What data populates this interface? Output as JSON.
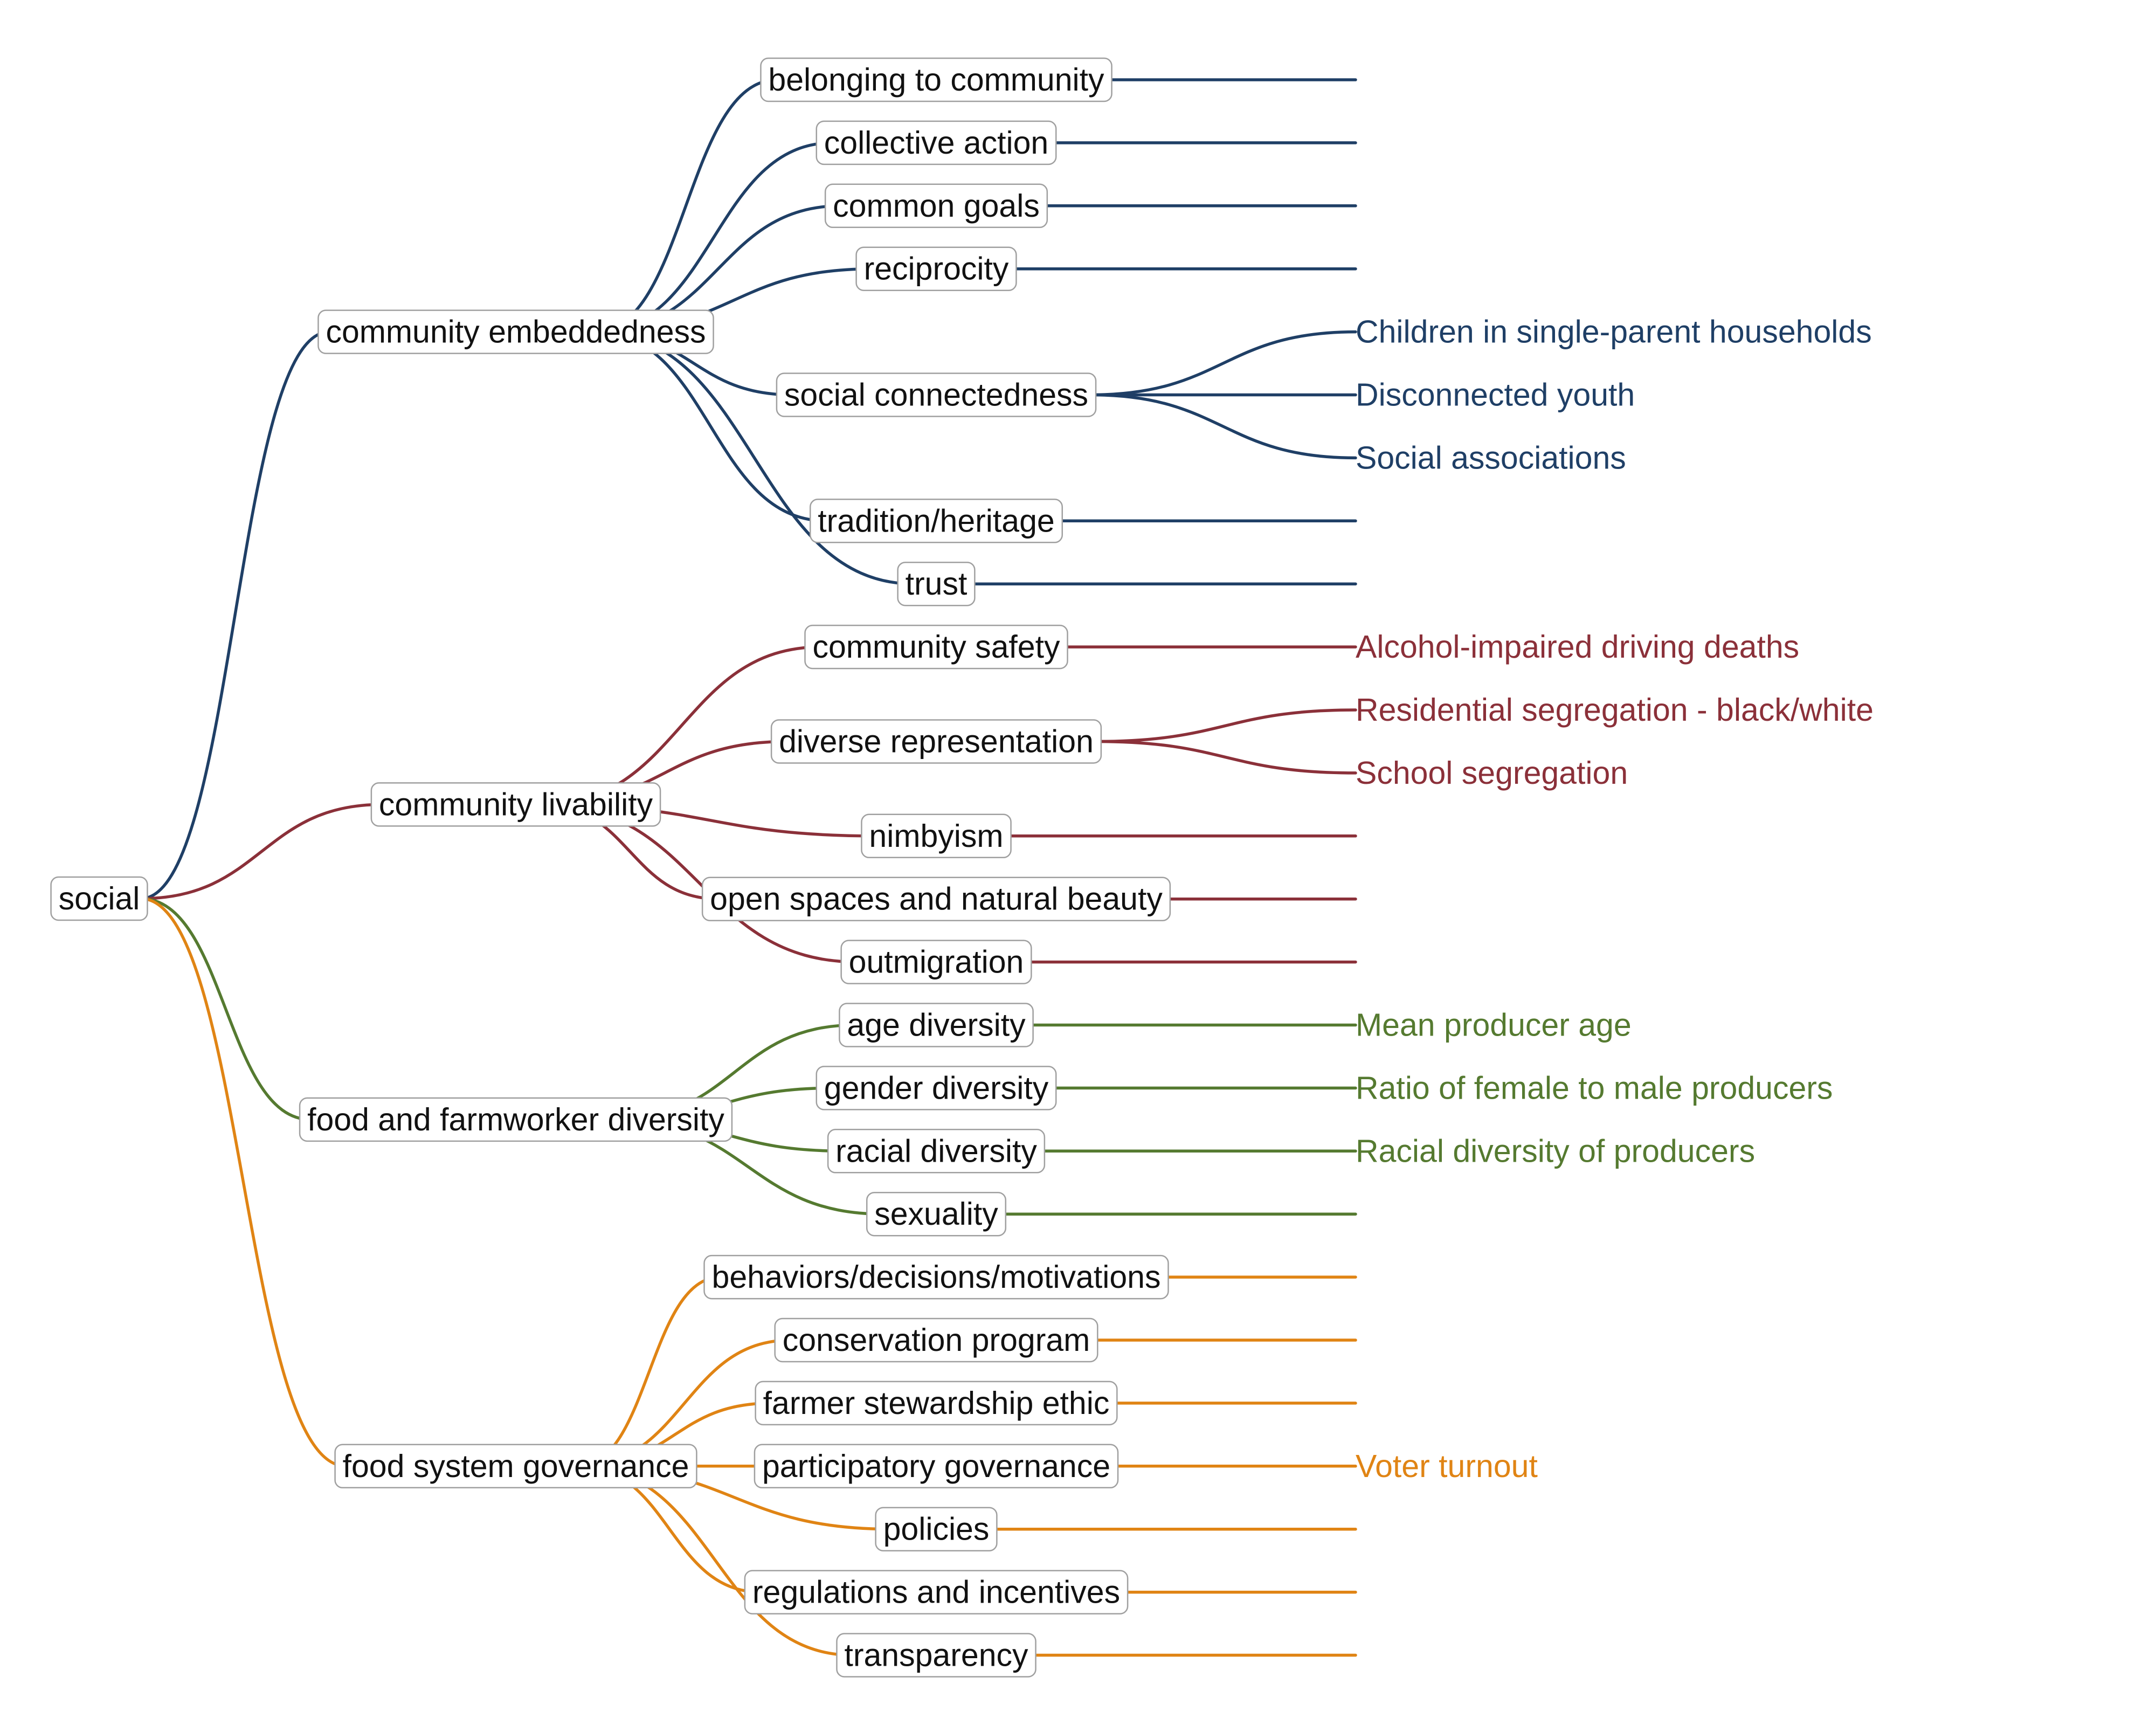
{
  "root": "social",
  "branches": [
    {
      "label": "community embeddedness",
      "color": "#1f3f66",
      "children": [
        {
          "label": "belonging to community",
          "indicators": []
        },
        {
          "label": "collective action",
          "indicators": []
        },
        {
          "label": "common goals",
          "indicators": []
        },
        {
          "label": "reciprocity",
          "indicators": []
        },
        {
          "label": "social connectedness",
          "indicators": [
            "Children in single-parent households",
            "Disconnected youth",
            "Social associations"
          ]
        },
        {
          "label": "tradition/heritage",
          "indicators": []
        },
        {
          "label": "trust",
          "indicators": []
        }
      ]
    },
    {
      "label": "community livability",
      "color": "#8b3039",
      "children": [
        {
          "label": "community safety",
          "indicators": [
            "Alcohol-impaired driving deaths"
          ]
        },
        {
          "label": "diverse representation",
          "indicators": [
            "Residential segregation - black/white",
            "School segregation"
          ]
        },
        {
          "label": "nimbyism",
          "indicators": []
        },
        {
          "label": "open spaces and natural beauty",
          "indicators": []
        },
        {
          "label": "outmigration",
          "indicators": []
        }
      ]
    },
    {
      "label": "food and farmworker diversity",
      "color": "#557a30",
      "children": [
        {
          "label": "age diversity",
          "indicators": [
            "Mean producer age"
          ]
        },
        {
          "label": "gender diversity",
          "indicators": [
            "Ratio of female to male producers"
          ]
        },
        {
          "label": "racial diversity",
          "indicators": [
            "Racial diversity of producers"
          ]
        },
        {
          "label": "sexuality",
          "indicators": []
        }
      ]
    },
    {
      "label": "food system governance",
      "color": "#e08414",
      "children": [
        {
          "label": "behaviors/decisions/motivations",
          "indicators": []
        },
        {
          "label": "conservation program",
          "indicators": []
        },
        {
          "label": "farmer stewardship ethic",
          "indicators": []
        },
        {
          "label": "participatory governance",
          "indicators": [
            "Voter turnout"
          ]
        },
        {
          "label": "policies",
          "indicators": []
        },
        {
          "label": "regulations and incentives",
          "indicators": []
        },
        {
          "label": "transparency",
          "indicators": []
        }
      ]
    }
  ]
}
